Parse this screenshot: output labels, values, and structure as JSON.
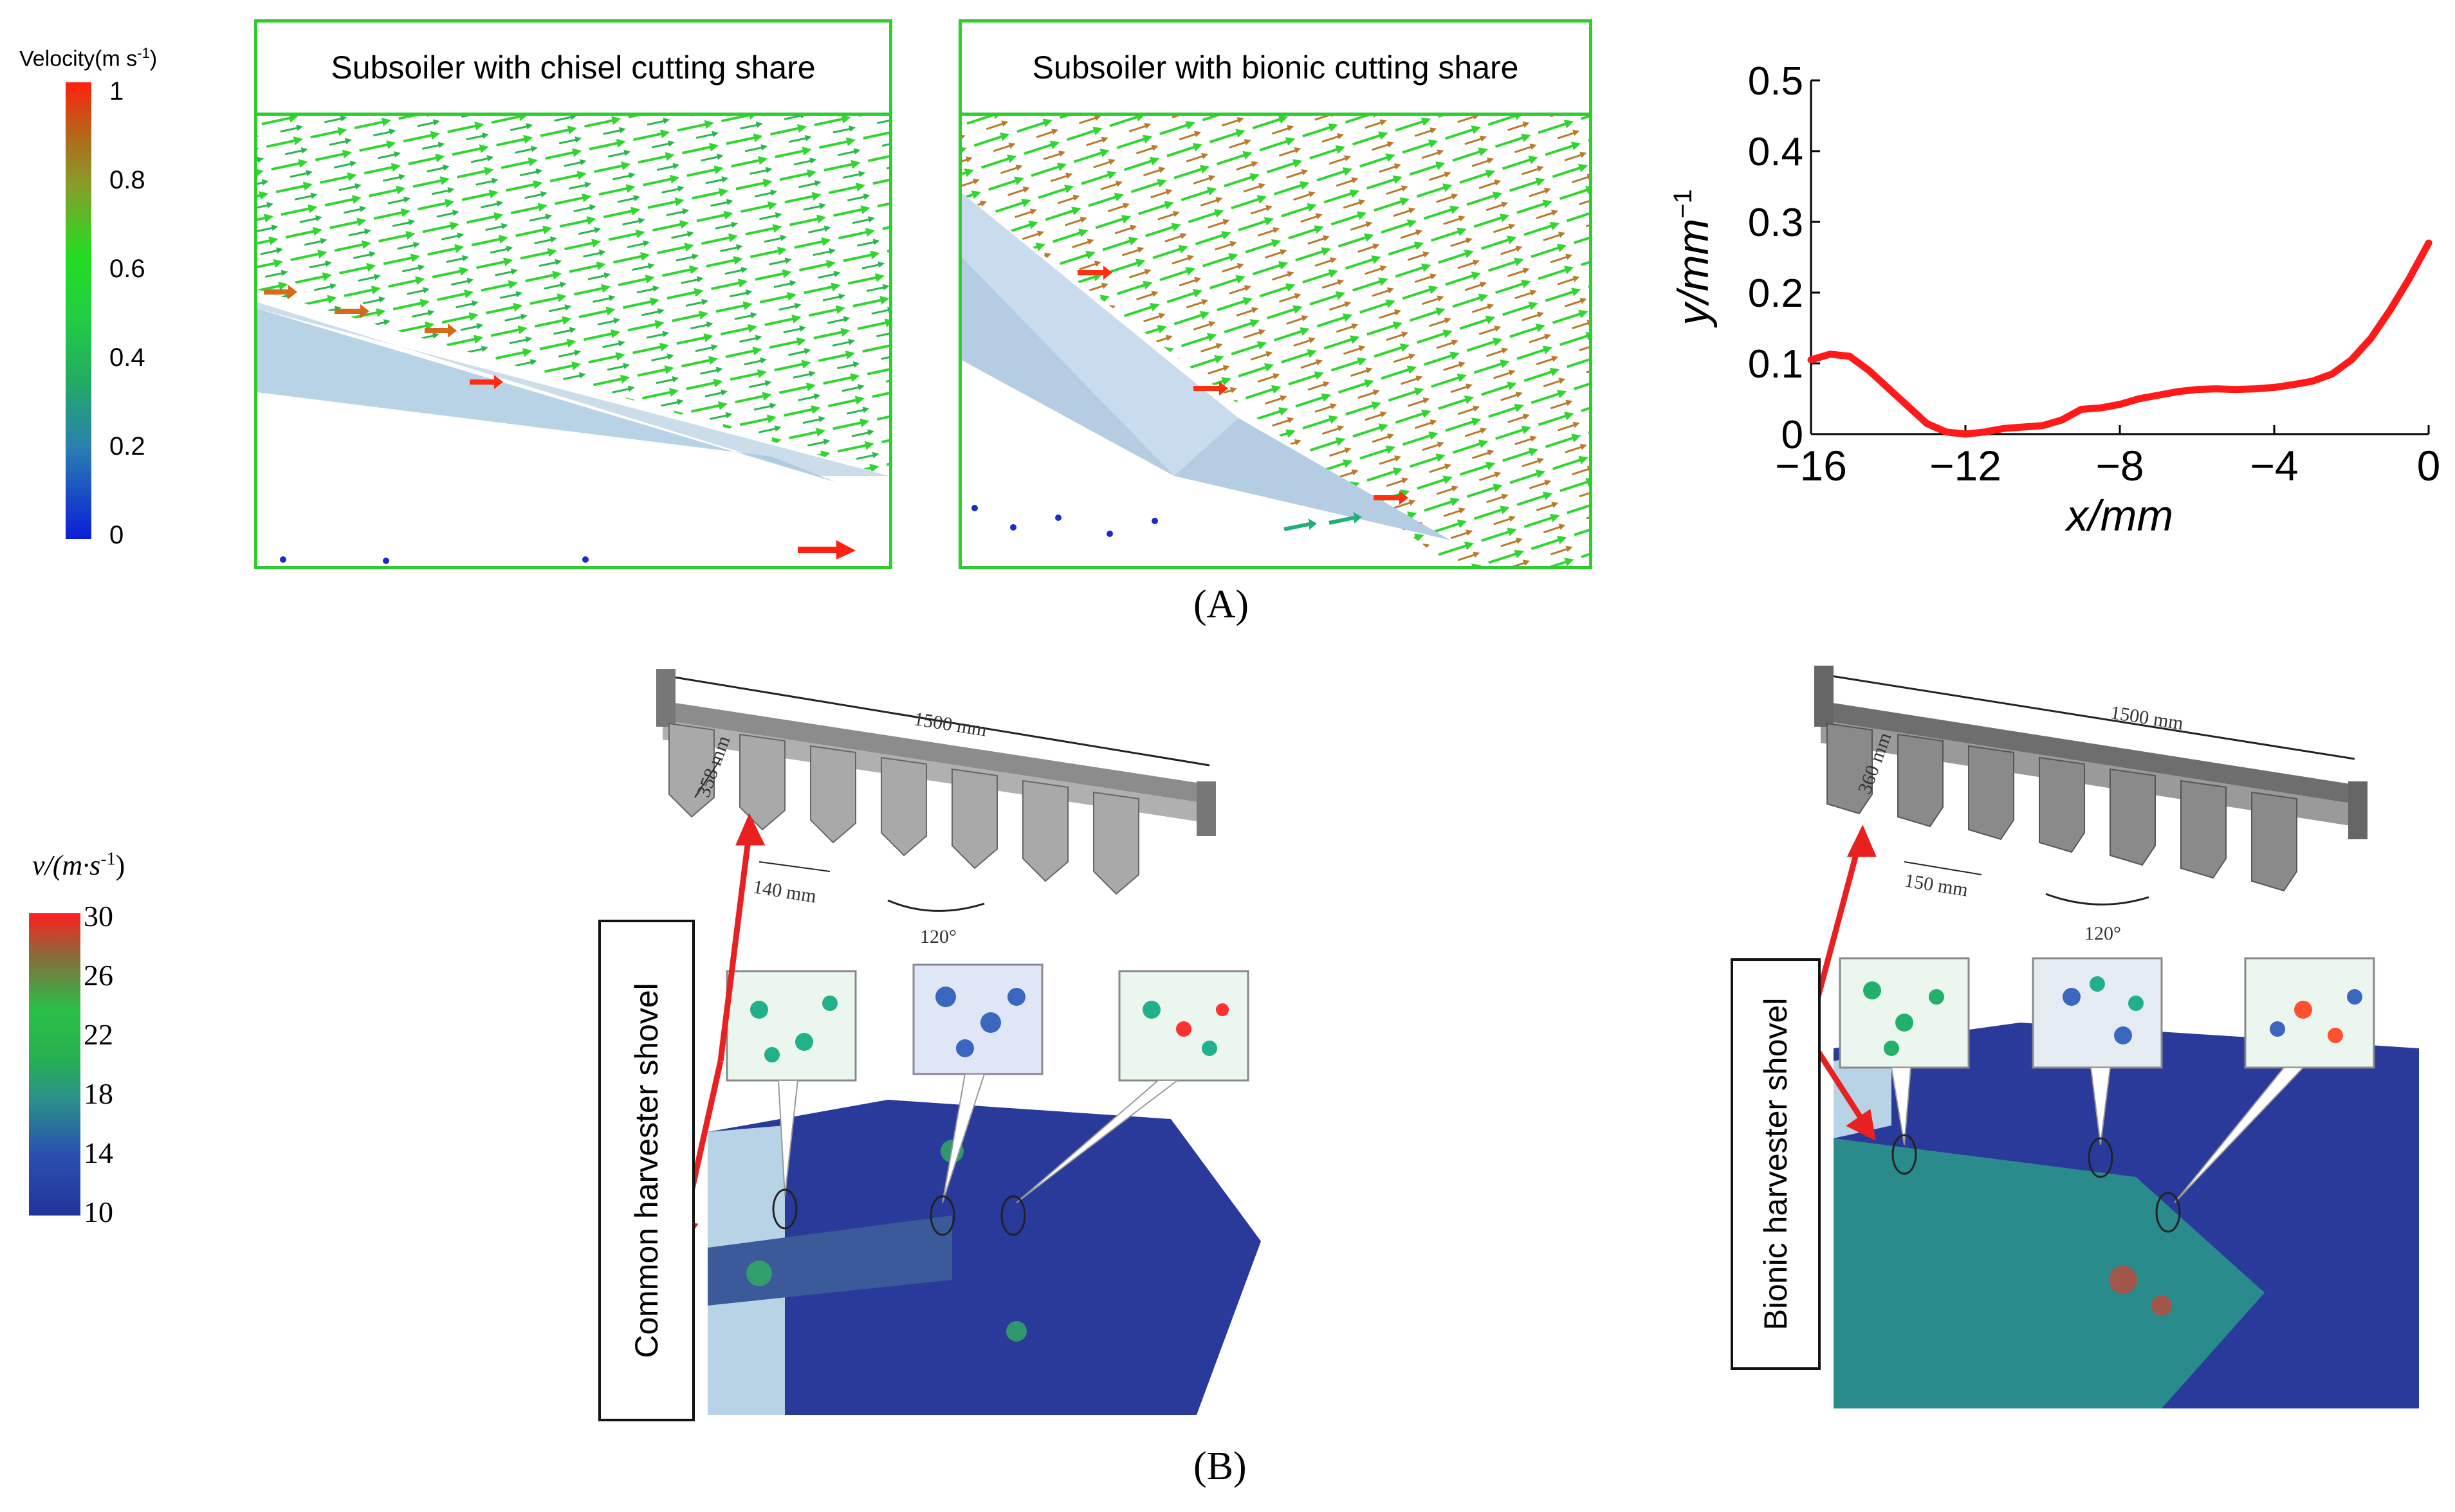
{
  "figure": {
    "label_a": "(A)",
    "label_b": "(B)"
  },
  "legend_a": {
    "title": "Velocity(m s",
    "title_sup": "-1",
    "title_end": ")",
    "ticks": [
      "1",
      "0.8",
      "0.6",
      "0.4",
      "0.2",
      "0"
    ],
    "colors": [
      "#ff2010",
      "#a08a2a",
      "#22dd22",
      "#22aa44",
      "#2a6fb0",
      "#0a1ed8"
    ]
  },
  "panel_chisel": {
    "title": "Subsoiler with chisel cutting share"
  },
  "panel_bionic": {
    "title": "Subsoiler with bionic cutting share"
  },
  "legend_b": {
    "title": "v/(m·s",
    "title_sup": "-1",
    "title_end": ")",
    "ticks": [
      "30",
      "26",
      "22",
      "18",
      "14",
      "10"
    ],
    "colors": [
      "#ff2020",
      "#8a8a3a",
      "#22c04a",
      "#2aa070",
      "#2a4fb0",
      "#22349a"
    ]
  },
  "common_shovel": {
    "label": "Common harvester shovel",
    "width_label": "1500 mm",
    "length_label": "358 mm",
    "gap_label": "140 mm",
    "angle_label": "120°"
  },
  "bionic_shovel": {
    "label": "Bionic harvester shovel",
    "width_label": "1500 mm",
    "length_label": "360 mm",
    "gap_label": "150 mm",
    "angle_label": "120°"
  },
  "chart_data": {
    "type": "line",
    "title": "",
    "xlabel": "x/mm",
    "ylabel": "y/mm",
    "ylabel_sup": "−1",
    "xlim": [
      -16,
      0
    ],
    "ylim": [
      0,
      0.5
    ],
    "xticks": [
      "−16",
      "−12",
      "−8",
      "−4",
      "0"
    ],
    "yticks": [
      "0",
      "0.1",
      "0.2",
      "0.3",
      "0.4",
      "0.5"
    ],
    "grid": false,
    "series": [
      {
        "color": "#ff1a1a",
        "x": [
          -16,
          -15.5,
          -15,
          -14.5,
          -14,
          -13.5,
          -13,
          -12.5,
          -12,
          -11.5,
          -11,
          -10.5,
          -10,
          -9.5,
          -9,
          -8.5,
          -8,
          -7.5,
          -7,
          -6.5,
          -6,
          -5.5,
          -5,
          -4.5,
          -4,
          -3.5,
          -3,
          -2.5,
          -2,
          -1.5,
          -1,
          -0.5,
          0
        ],
        "y": [
          0.105,
          0.113,
          0.11,
          0.09,
          0.065,
          0.04,
          0.015,
          0.003,
          0.0,
          0.003,
          0.008,
          0.01,
          0.012,
          0.02,
          0.035,
          0.037,
          0.042,
          0.05,
          0.055,
          0.06,
          0.063,
          0.064,
          0.063,
          0.064,
          0.066,
          0.07,
          0.075,
          0.085,
          0.105,
          0.135,
          0.175,
          0.22,
          0.27
        ]
      }
    ]
  }
}
